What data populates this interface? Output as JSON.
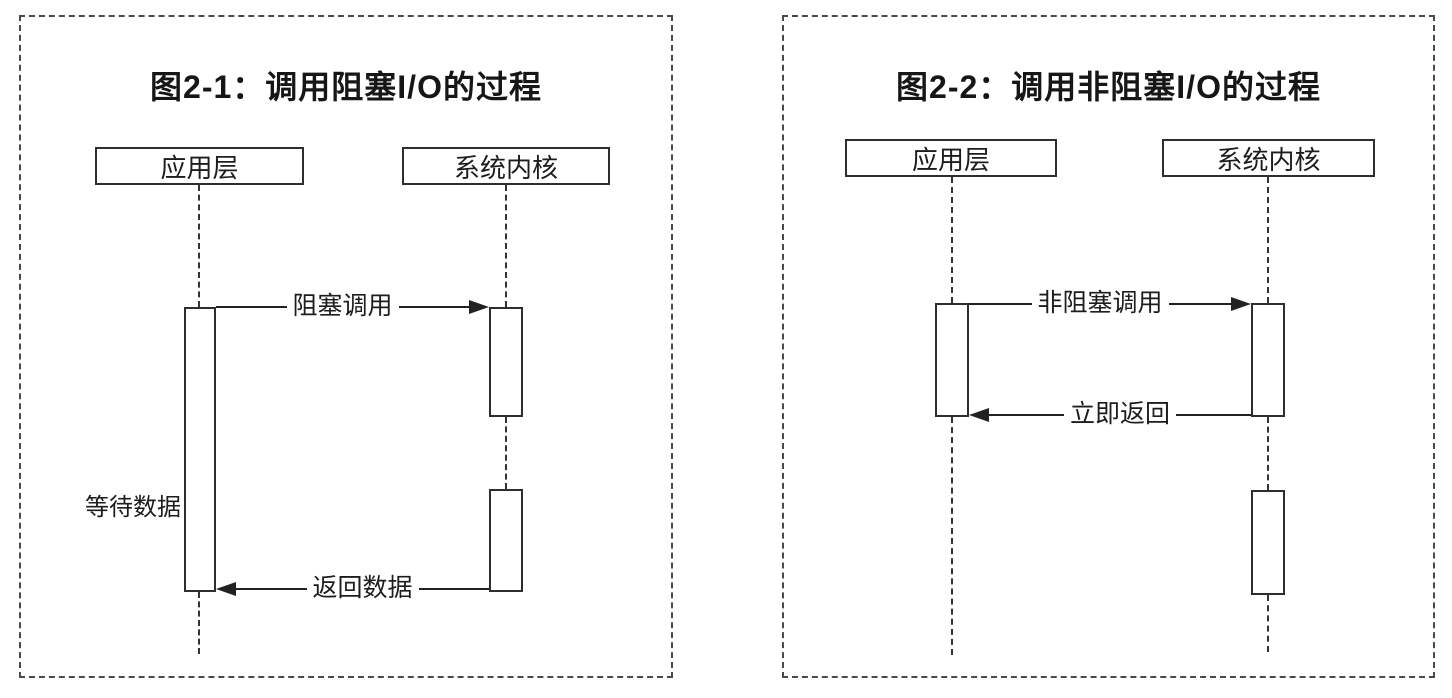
{
  "colors": {
    "background": "#ffffff",
    "line": "#222222",
    "panel_border": "#4a4a4a",
    "text": "#1a1a1a"
  },
  "panels": [
    {
      "title": "图2-1：调用阻塞I/O的过程",
      "actors": [
        {
          "label": "应用层"
        },
        {
          "label": "系统内核"
        }
      ],
      "messages": [
        {
          "label": "阻塞调用",
          "direction": "right"
        },
        {
          "label": "返回数据",
          "direction": "left"
        }
      ],
      "annotation": "等待数据"
    },
    {
      "title": "图2-2：调用非阻塞I/O的过程",
      "actors": [
        {
          "label": "应用层"
        },
        {
          "label": "系统内核"
        }
      ],
      "messages": [
        {
          "label": "非阻塞调用",
          "direction": "right"
        },
        {
          "label": "立即返回",
          "direction": "left"
        }
      ]
    }
  ]
}
